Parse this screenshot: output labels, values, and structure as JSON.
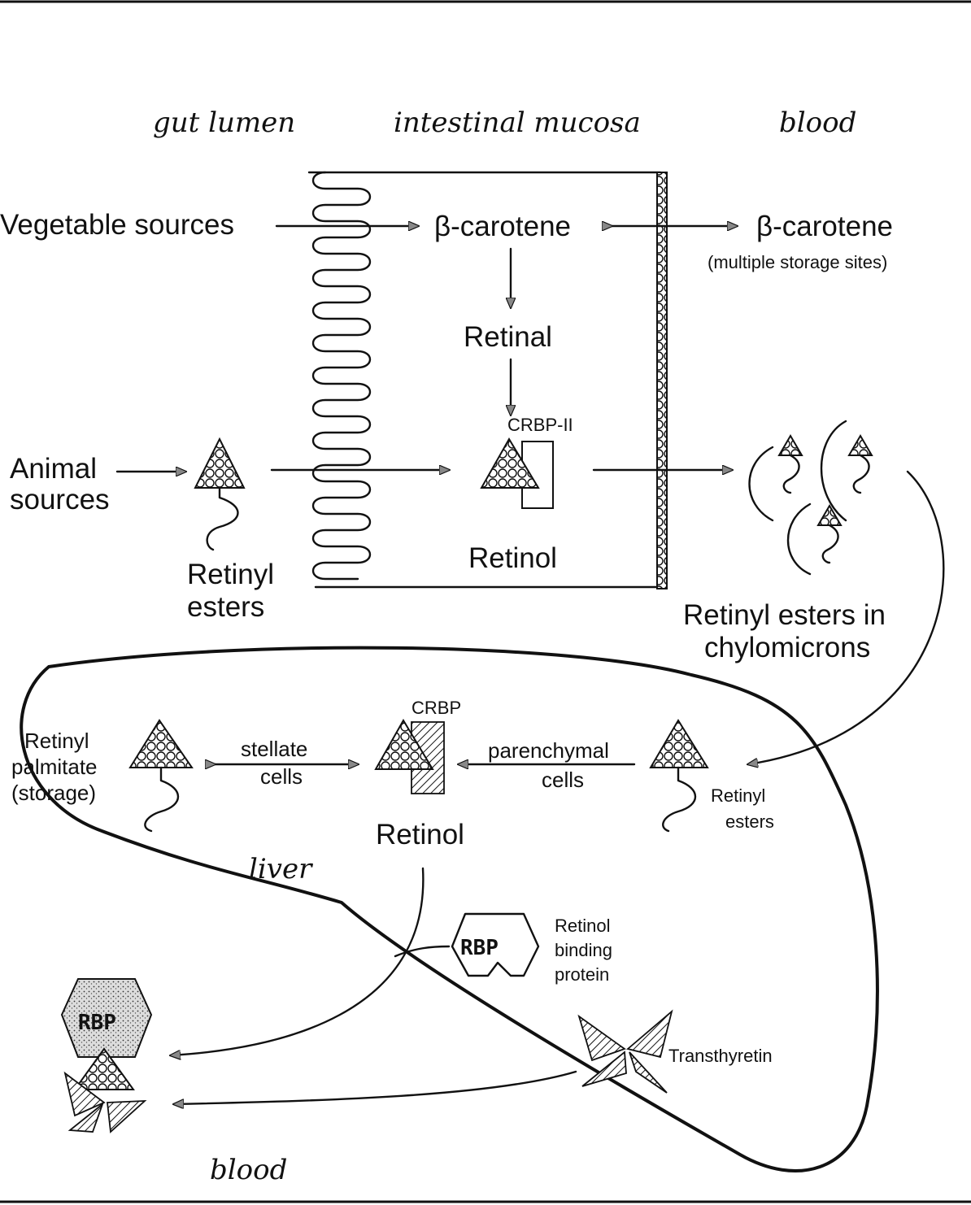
{
  "regions": {
    "gut_lumen": "gut lumen",
    "intestinal_mucosa": "intestinal mucosa",
    "blood_top": "blood",
    "liver": "liver",
    "blood_bottom": "blood"
  },
  "intestine": {
    "vegetable_sources": "Vegetable sources",
    "beta_carotene": "β-carotene",
    "beta_carotene_blood": "β-carotene",
    "storage_sites": "(multiple storage sites)",
    "retinal": "Retinal",
    "crbp_ii": "CRBP-II",
    "retinol": "Retinol",
    "animal_sources_1": "Animal",
    "animal_sources_2": "sources",
    "retinyl_esters_1": "Retinyl",
    "retinyl_esters_2": "esters",
    "chylo_1": "Retinyl esters in",
    "chylo_2": "chylomicrons"
  },
  "liver": {
    "palmitate_1": "Retinyl",
    "palmitate_2": "palmitate",
    "palmitate_3": "(storage)",
    "stellate_1": "stellate",
    "stellate_2": "cells",
    "crbp": "CRBP",
    "parenchymal_1": "parenchymal",
    "parenchymal_2": "cells",
    "esters_1": "Retinyl",
    "esters_2": "esters",
    "retinol": "Retinol"
  },
  "blood": {
    "rbp_1": "Retinol",
    "rbp_2": "binding",
    "rbp_3": "protein",
    "rbp_abbrev": "RBP",
    "rbp_complex": "RBP",
    "transthyretin": "Transthyretin"
  }
}
